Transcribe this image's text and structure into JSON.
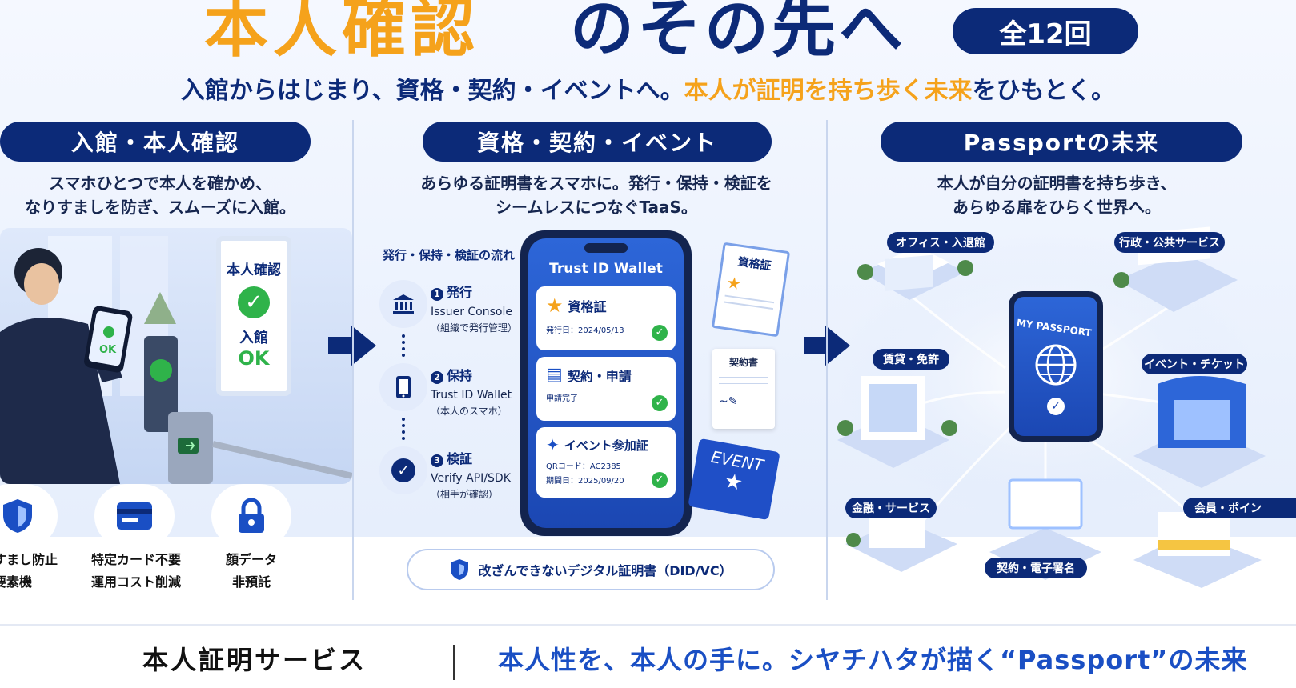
{
  "header": {
    "title_highlight": "本人確認",
    "title_rest": "のその先へ",
    "series_badge": "全12回",
    "subtitle_part1": "入館からはじまり、資格・契約・イベントへ。",
    "subtitle_highlight": "本人が証明を持ち歩く未来",
    "subtitle_part2": "をひもとく。"
  },
  "col1": {
    "heading": "入館・本人確認",
    "desc_line1": "スマホひとつで本人を確かめ、",
    "desc_line2": "なりすましを防ぎ、スムーズに入館。",
    "kiosk_title": "本人確認",
    "kiosk_line1": "入館",
    "kiosk_line2": "OK",
    "phone_ok": "OK",
    "features": [
      {
        "icon": "shield-icon",
        "line1": "すまし防止",
        "line2": "要素機"
      },
      {
        "icon": "card-icon",
        "line1": "特定カード不要",
        "line2": "運用コスト削減"
      },
      {
        "icon": "lock-icon",
        "line1": "顔データ",
        "line2": "非預託"
      }
    ]
  },
  "col2": {
    "heading": "資格・契約・イベント",
    "desc_line1": "あらゆる証明書をスマホに。発行・保持・検証を",
    "desc_line2": "シームレスにつなぐTaaS。",
    "flow_title": "発行・保持・検証の流れ",
    "flow": [
      {
        "num": "1",
        "step": "発行",
        "name": "Issuer Console",
        "note": "（組織で発行管理）"
      },
      {
        "num": "2",
        "step": "保持",
        "name": "Trust ID Wallet",
        "note": "（本人のスマホ）"
      },
      {
        "num": "3",
        "step": "検証",
        "name": "Verify API/SDK",
        "note": "（相手が確認）"
      }
    ],
    "wallet_title": "Trust ID Wallet",
    "wallet_cards": [
      {
        "title": "資格証",
        "meta1": "発行日：2024/05/13",
        "meta2": ""
      },
      {
        "title": "契約・申請",
        "meta1": "申請完了",
        "meta2": ""
      },
      {
        "title": "イベント参加証",
        "meta1": "QRコード：AC2385",
        "meta2": "期間日：2025/09/20"
      }
    ],
    "doc_qualification": "資格証",
    "doc_contract": "契約書",
    "event_ticket": "EVENT",
    "bottom_badge": "改ざんできないデジタル証明書（DID/VC）"
  },
  "col3": {
    "heading": "Passportの未来",
    "desc_line1": "本人が自分の証明書を持ち歩き、",
    "desc_line2": "あらゆる扉をひらく世界へ。",
    "center_phone": "MY PASSPORT",
    "chips": [
      "オフィス・入退館",
      "行政・公共サービス",
      "賃貸・免許",
      "イベント・チケット",
      "金融・サービス",
      "契約・電子署名",
      "会員・ポイン"
    ]
  },
  "footer": {
    "left": "本人証明サービス",
    "right": "本人性を、本人の手に。シヤチハタが描く“Passport”の未来"
  },
  "colors": {
    "navy": "#0c2a78",
    "orange": "#f5a21b",
    "green": "#2fb34a",
    "blue": "#1a4fc4"
  }
}
